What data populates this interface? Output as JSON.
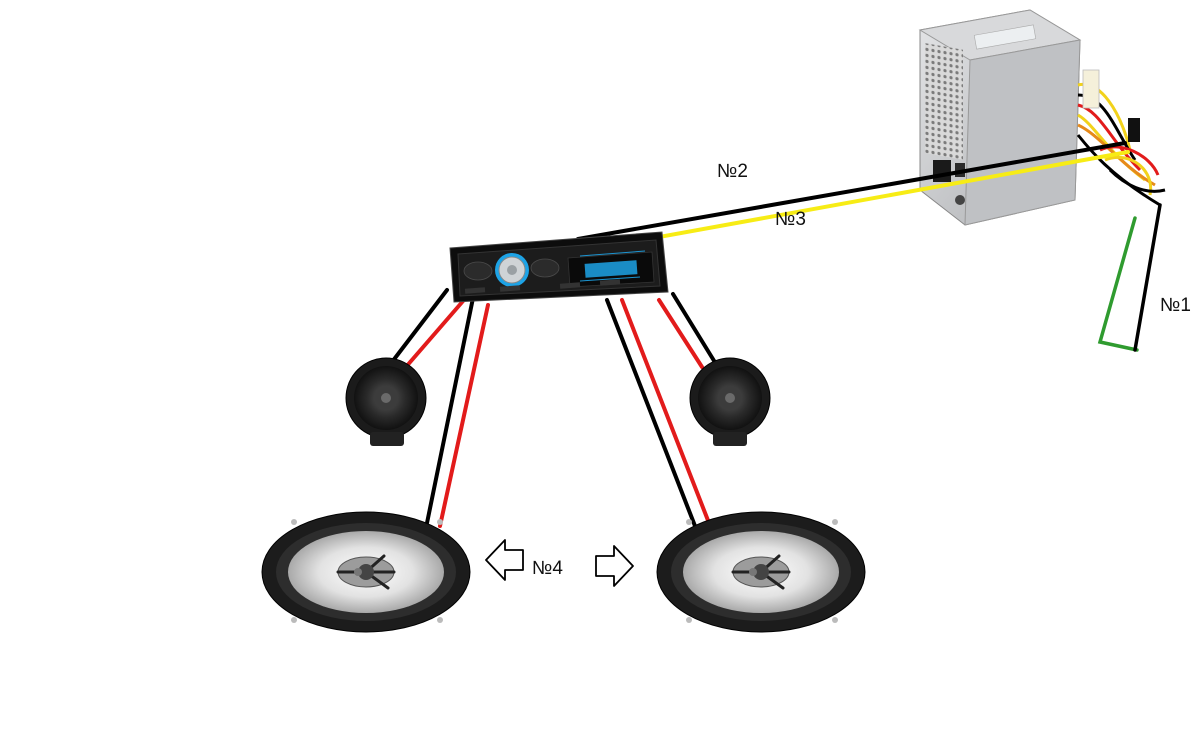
{
  "labels": {
    "n1": "№1",
    "n2": "№2",
    "n3": "№3",
    "n4": "№4"
  },
  "components": {
    "power_supply": "atx-power-supply",
    "head_unit": "car-radio-head-unit",
    "tweeter_left": "tweeter-speaker",
    "tweeter_right": "tweeter-speaker",
    "oval_left": "oval-coaxial-speaker",
    "oval_right": "oval-coaxial-speaker"
  },
  "colors": {
    "wire_black": "#000000",
    "wire_red": "#e21b1b",
    "wire_yellow": "#f7ec15",
    "wire_green": "#2f9b2f",
    "radio_display": "#1da3e6",
    "psu_body": "#c9cacc"
  },
  "icons": [
    "arrow-left-icon",
    "arrow-right-icon"
  ]
}
